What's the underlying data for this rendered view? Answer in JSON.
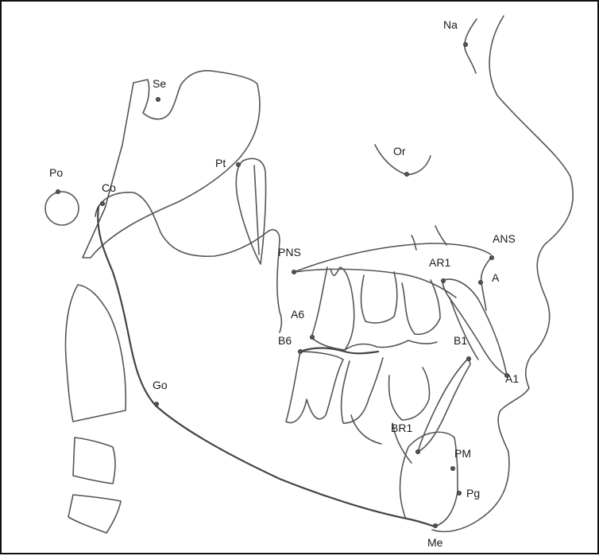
{
  "landmarks": [
    {
      "id": "na",
      "label": "Na"
    },
    {
      "id": "se",
      "label": "Se"
    },
    {
      "id": "or",
      "label": "Or"
    },
    {
      "id": "po",
      "label": "Po"
    },
    {
      "id": "co",
      "label": "Co"
    },
    {
      "id": "pt",
      "label": "Pt"
    },
    {
      "id": "ans",
      "label": "ANS"
    },
    {
      "id": "pns",
      "label": "PNS"
    },
    {
      "id": "ar1",
      "label": "AR1"
    },
    {
      "id": "a",
      "label": "A"
    },
    {
      "id": "a6",
      "label": "A6"
    },
    {
      "id": "b6",
      "label": "B6"
    },
    {
      "id": "b1",
      "label": "B1"
    },
    {
      "id": "a1",
      "label": "A1"
    },
    {
      "id": "go",
      "label": "Go"
    },
    {
      "id": "br1",
      "label": "BR1"
    },
    {
      "id": "pm",
      "label": "PM"
    },
    {
      "id": "pg",
      "label": "Pg"
    },
    {
      "id": "me",
      "label": "Me"
    }
  ],
  "colors": {
    "stroke": "#555555",
    "point": "#555555",
    "text": "#1a1a1a",
    "border": "#111111"
  }
}
